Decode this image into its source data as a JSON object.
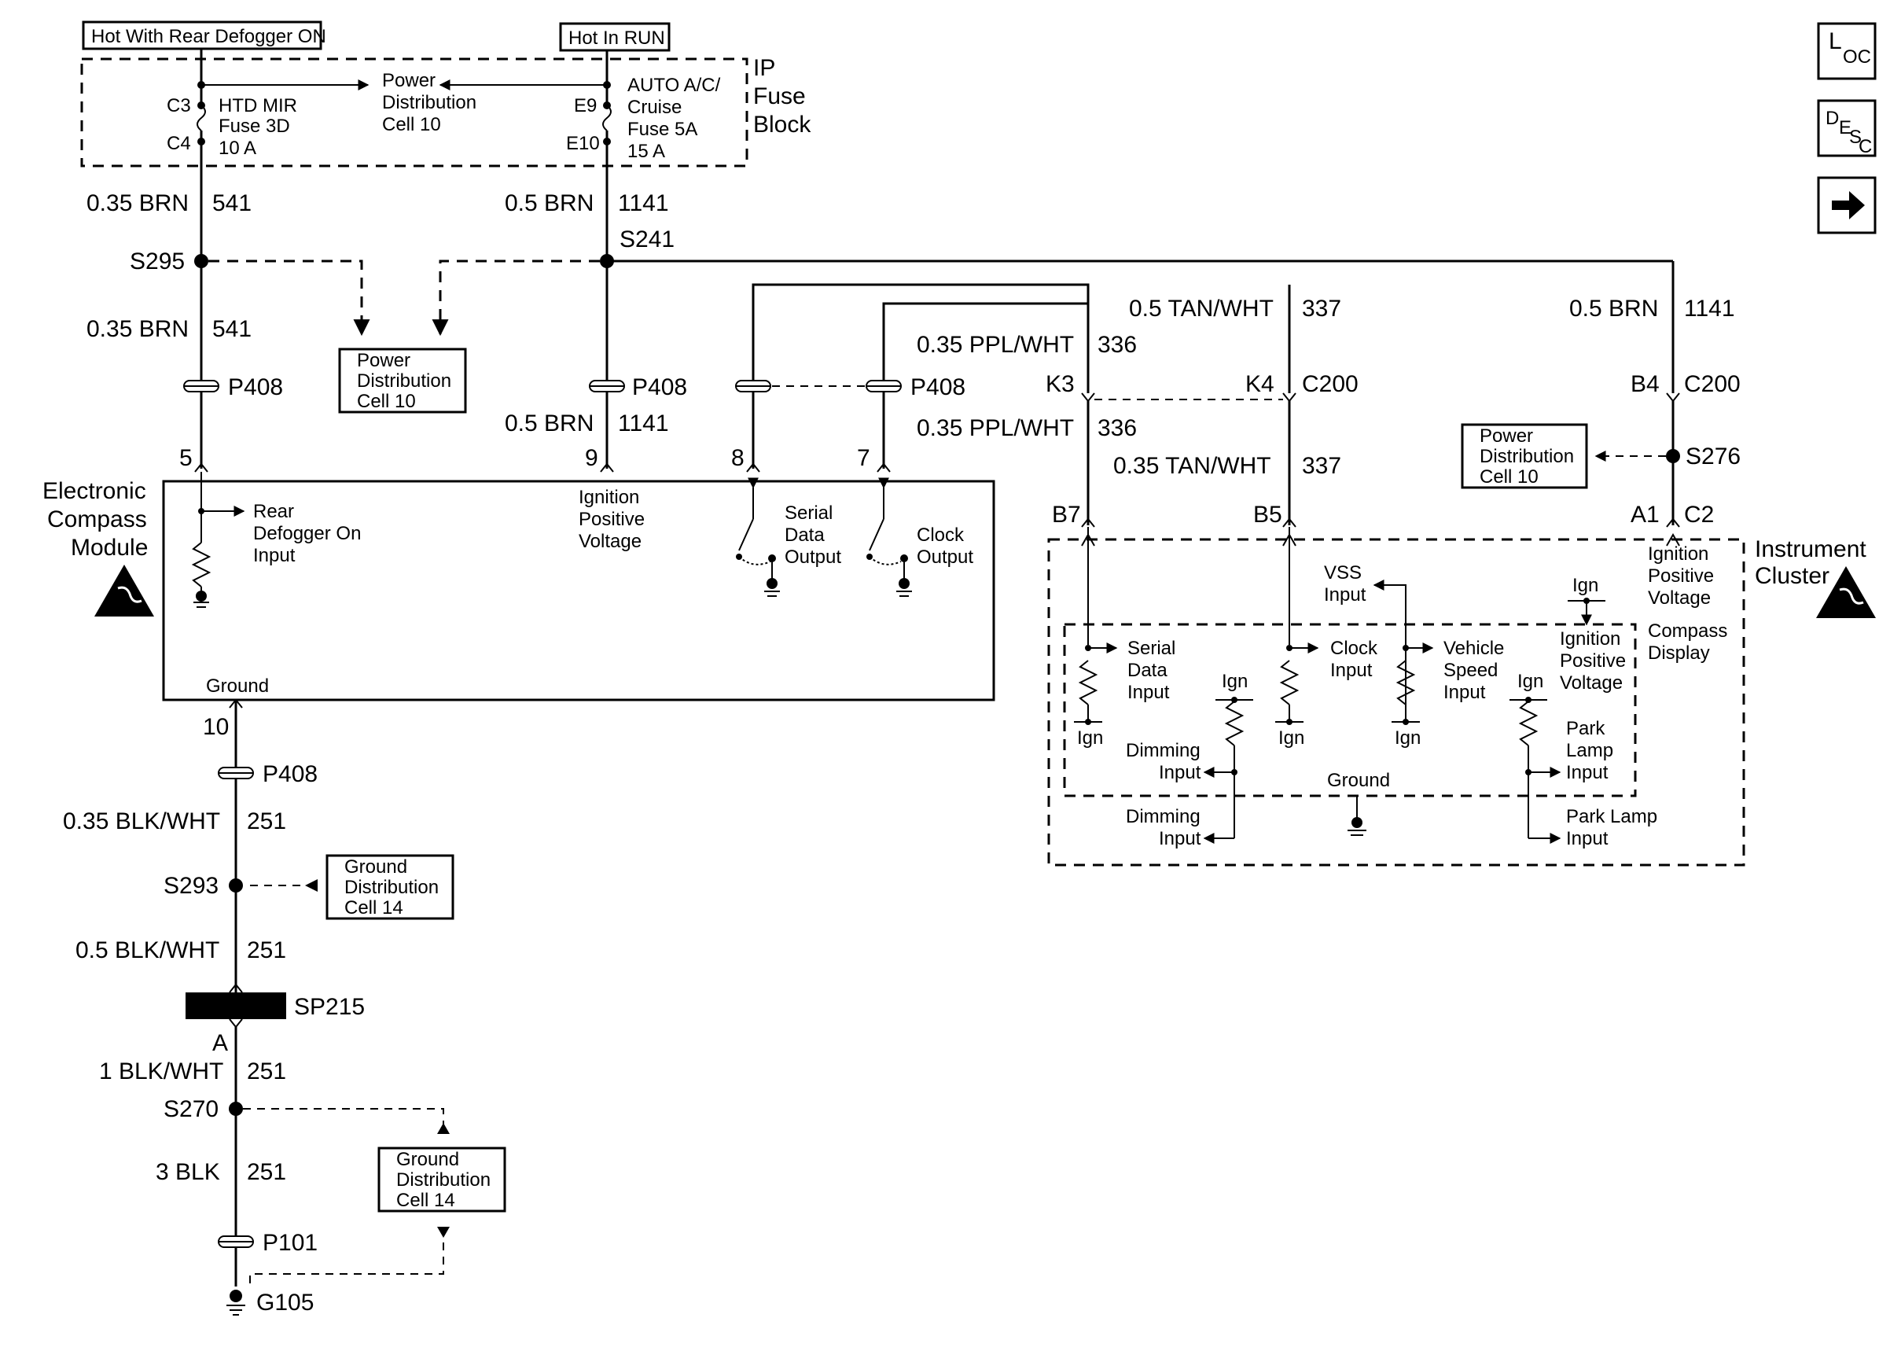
{
  "header": {
    "hot_defogger": "Hot With Rear Defogger ON",
    "hot_run": "Hot In RUN"
  },
  "nav": {
    "loc": {
      "big": "L",
      "sub": "OC"
    },
    "desc": {
      "big": "D",
      "sub1": "E",
      "sub2": "S",
      "sub3": "C"
    }
  },
  "fuse_block": {
    "title": [
      "IP",
      "Fuse",
      "Block"
    ],
    "fuse_left": [
      "HTD MIR",
      "Fuse 3D",
      "10 A"
    ],
    "fuse_right": [
      "AUTO A/C/",
      "Cruise",
      "Fuse 5A",
      "15 A"
    ],
    "pdc": [
      "Power",
      "Distribution",
      "Cell 10"
    ],
    "pins": {
      "c3": "C3",
      "c4": "C4",
      "e9": "E9",
      "e10": "E10"
    }
  },
  "wires": {
    "w541a": {
      "gauge": "0.35 BRN",
      "circuit": "541"
    },
    "w541b": {
      "gauge": "0.35 BRN",
      "circuit": "541"
    },
    "w1141a": {
      "gauge": "0.5 BRN",
      "circuit": "1141"
    },
    "w1141b": {
      "gauge": "0.5 BRN",
      "circuit": "1141"
    },
    "w1141c": {
      "gauge": "0.5 BRN",
      "circuit": "1141"
    },
    "w337a": {
      "gauge": "0.5 TAN/WHT",
      "circuit": "337"
    },
    "w337b": {
      "gauge": "0.35 TAN/WHT",
      "circuit": "337"
    },
    "w336a": {
      "gauge": "0.35 PPL/WHT",
      "circuit": "336"
    },
    "w336b": {
      "gauge": "0.35 PPL/WHT",
      "circuit": "336"
    },
    "w251a": {
      "gauge": "0.35 BLK/WHT",
      "circuit": "251"
    },
    "w251b": {
      "gauge": "0.5 BLK/WHT",
      "circuit": "251"
    },
    "w251c": {
      "gauge": "1 BLK/WHT",
      "circuit": "251"
    },
    "w251d": {
      "gauge": "3 BLK",
      "circuit": "251"
    }
  },
  "splices": {
    "s295": "S295",
    "s241": "S241",
    "s276": "S276",
    "s293": "S293",
    "s270": "S270",
    "sp215": "SP215",
    "g105": "G105"
  },
  "connectors": {
    "p408": "P408",
    "c200": "C200",
    "p101": "P101",
    "k3": "K3",
    "k4": "K4",
    "b4": "B4",
    "b7": "B7",
    "b5": "B5",
    "a1": "A1",
    "c2": "C2",
    "pin5": "5",
    "pin9": "9",
    "pin8": "8",
    "pin7": "7",
    "pin10": "10",
    "pina": "A"
  },
  "ref_boxes": {
    "pdc_left": [
      "Power",
      "Distribution",
      "Cell 10"
    ],
    "pdc_right": [
      "Power",
      "Distribution",
      "Cell 10"
    ],
    "gdc_upper": [
      "Ground",
      "Distribution",
      "Cell 14"
    ],
    "gdc_lower": [
      "Ground",
      "Distribution",
      "Cell 14"
    ]
  },
  "compass_module": {
    "title": [
      "Electronic",
      "Compass",
      "Module"
    ],
    "rear_defogger": [
      "Rear",
      "Defogger On",
      "Input"
    ],
    "ignition": [
      "Ignition",
      "Positive",
      "Voltage"
    ],
    "serial": [
      "Serial",
      "Data",
      "Output"
    ],
    "clock": [
      "Clock",
      "Output"
    ],
    "ground": "Ground"
  },
  "instrument_cluster": {
    "title": [
      "Instrument",
      "Cluster"
    ],
    "ignition": [
      "Ignition",
      "Positive",
      "Voltage"
    ],
    "compass_display": [
      "Compass",
      "Display"
    ],
    "vss": [
      "VSS",
      "Input"
    ],
    "ign_top": "Ign",
    "ignition_inner": [
      "Ignition",
      "Positive",
      "Voltage"
    ],
    "serial": [
      "Serial",
      "Data",
      "Input"
    ],
    "clock": [
      "Clock",
      "Input"
    ],
    "vehicle_speed": [
      "Vehicle",
      "Speed",
      "Input"
    ],
    "dimming_inner": [
      "Dimming",
      "Input"
    ],
    "dimming_outer": [
      "Dimming",
      "Input"
    ],
    "park_inner": [
      "Park",
      "Lamp",
      "Input"
    ],
    "park_outer": "Park Lamp",
    "park_outer2": "Input",
    "ign": "Ign",
    "ground": "Ground"
  }
}
